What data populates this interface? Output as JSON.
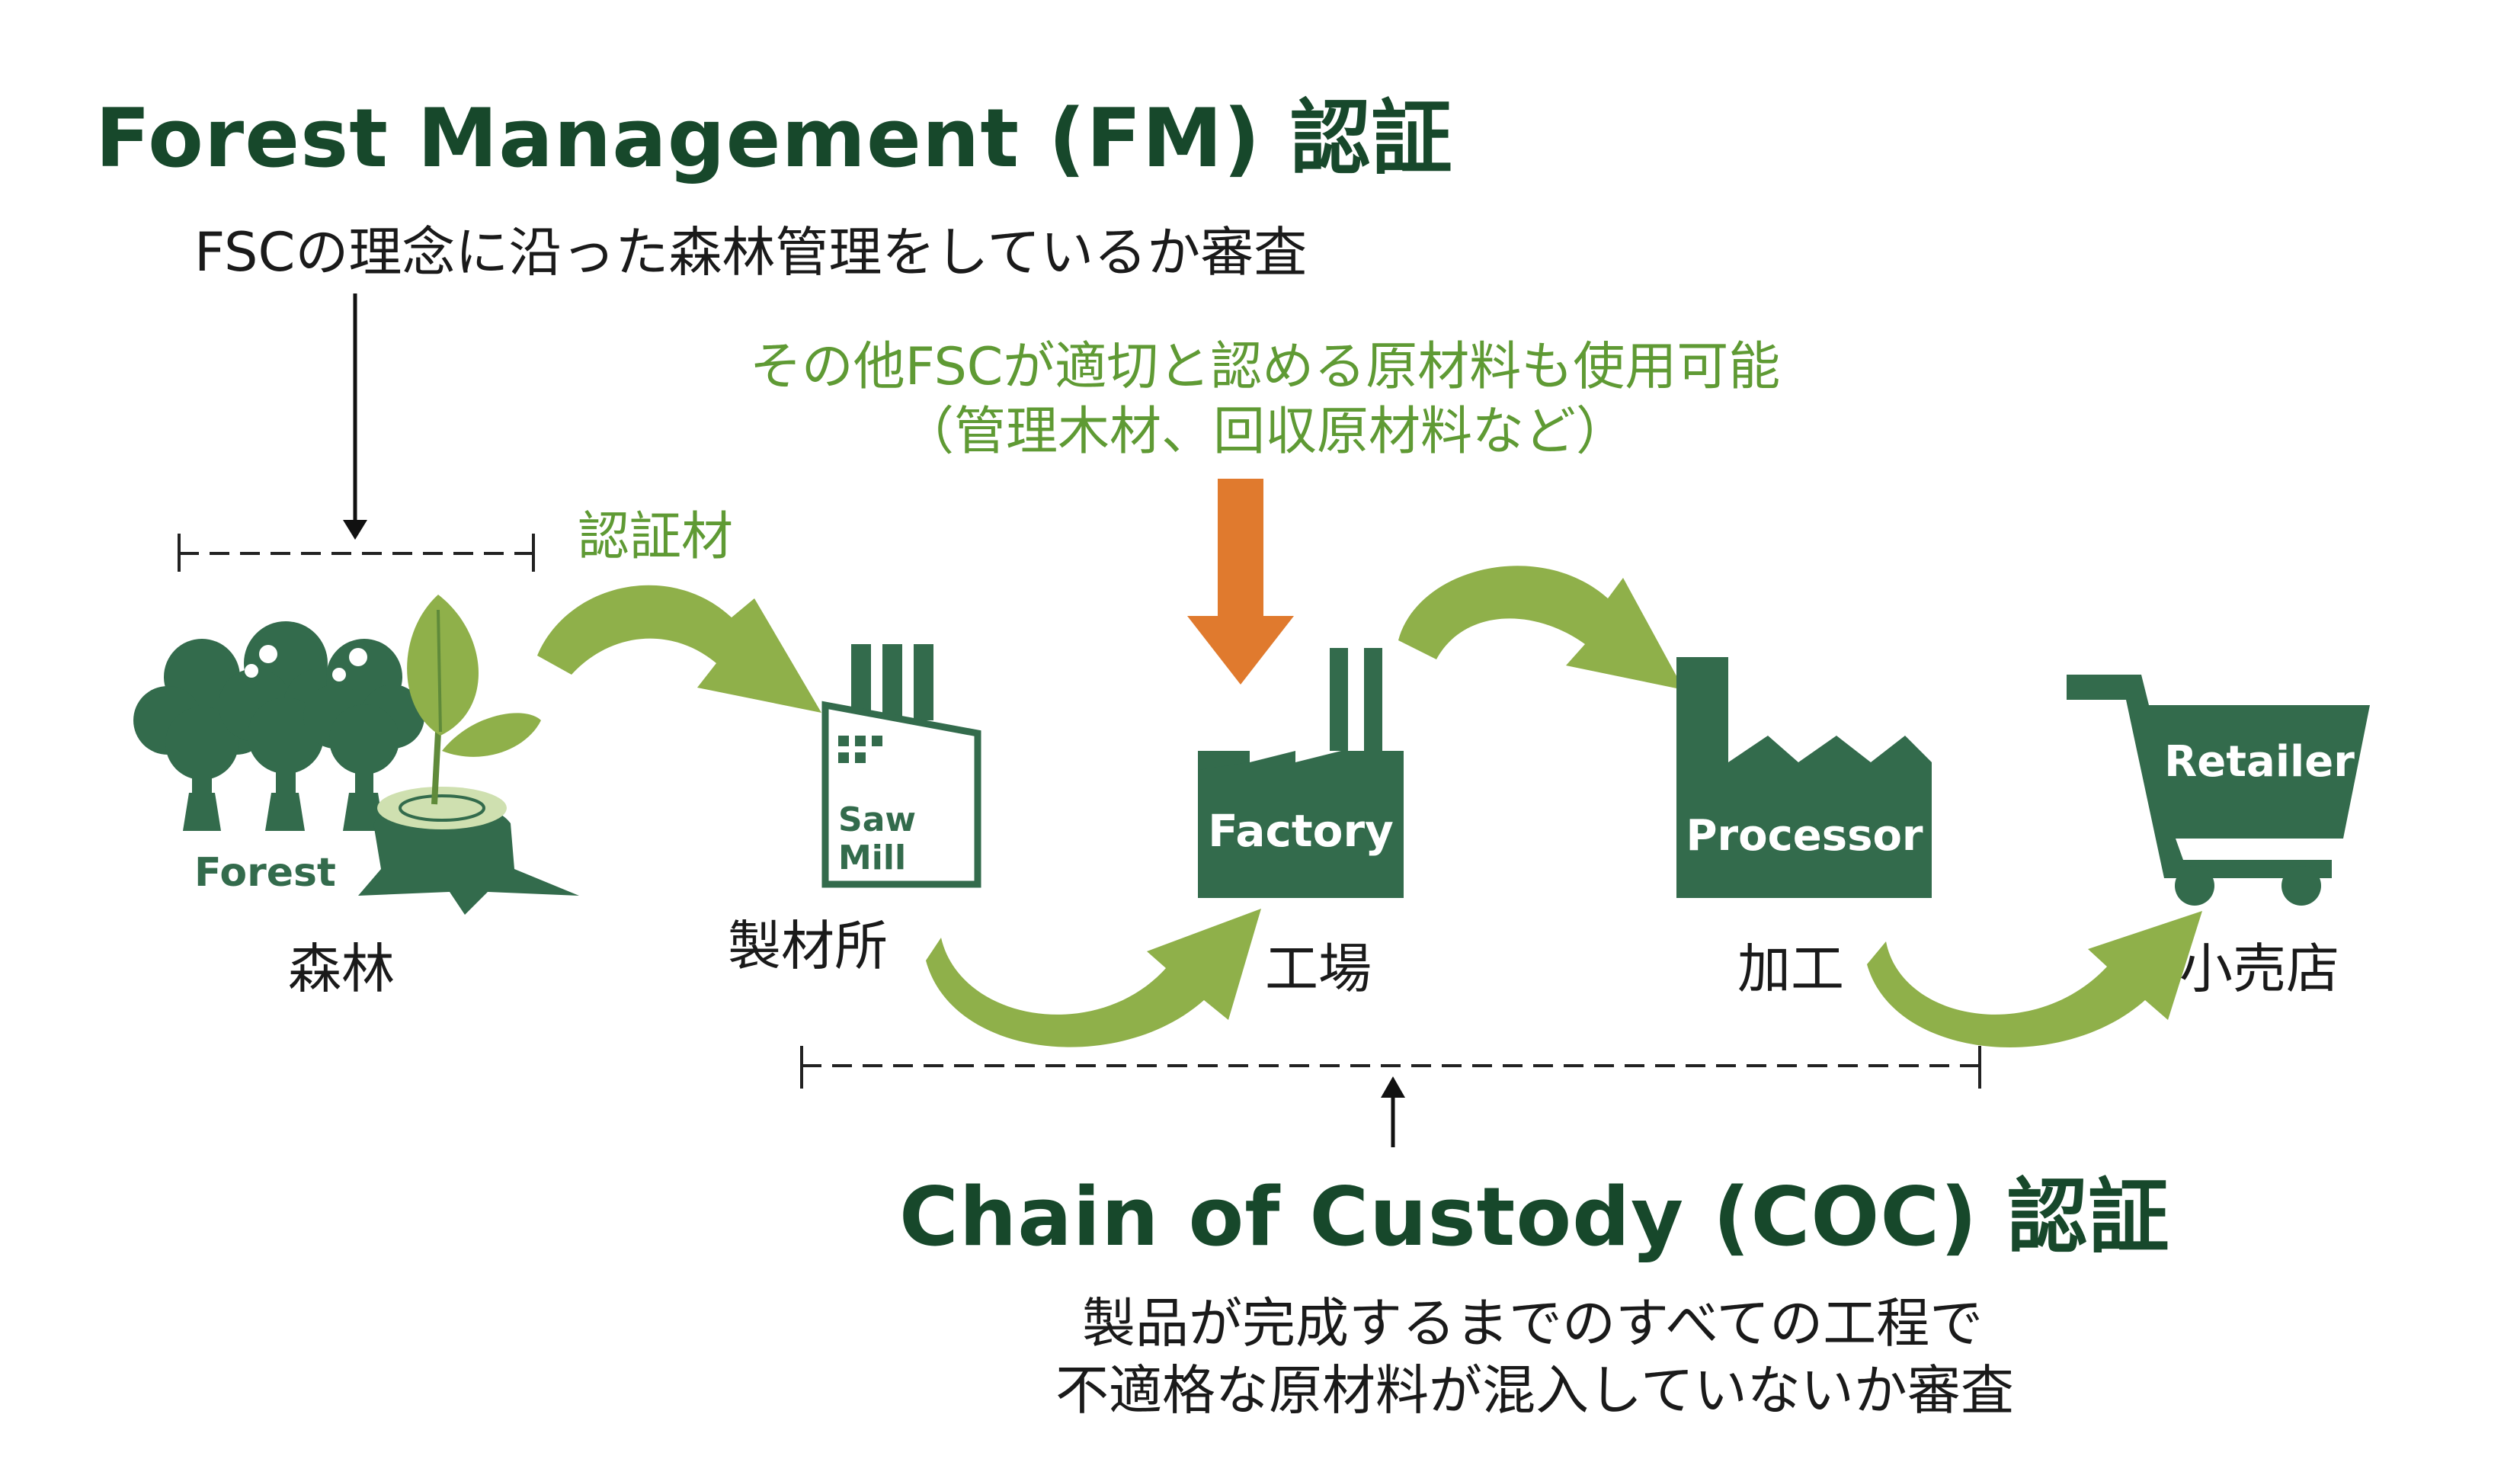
{
  "fm": {
    "title": "Forest Management (FM) 認証",
    "description": "FSCの理念に沿った森林管理をしているか審査"
  },
  "coc": {
    "title": "Chain of Custody (COC) 認証",
    "description_line1": "製品が完成するまでのすべての工程で",
    "description_line2": "不適格な原材料が混入していないか審査"
  },
  "other_materials": {
    "line1": "その他FSCが適切と認める原材料も使用可能",
    "line2": "（管理木材、回収原材料など）"
  },
  "certified_material_label": "認証材",
  "stages": [
    {
      "icon_text": "Forest",
      "label": "森林",
      "icon": "forest-icon"
    },
    {
      "icon_text_line1": "Saw",
      "icon_text_line2": "Mill",
      "label": "製材所",
      "icon": "sawmill-icon"
    },
    {
      "icon_text": "Factory",
      "label": "工場",
      "icon": "factory-icon"
    },
    {
      "icon_text": "Processor",
      "label": "加工",
      "icon": "processor-icon"
    },
    {
      "icon_text": "Retailer",
      "label": "小売店",
      "icon": "shopping-cart-icon"
    }
  ],
  "colors": {
    "dark_green": "#336b4c",
    "heading_green": "#17482b",
    "arrow_green": "#8fb04a",
    "note_green": "#5f9a34",
    "orange": "#e07a2e"
  }
}
